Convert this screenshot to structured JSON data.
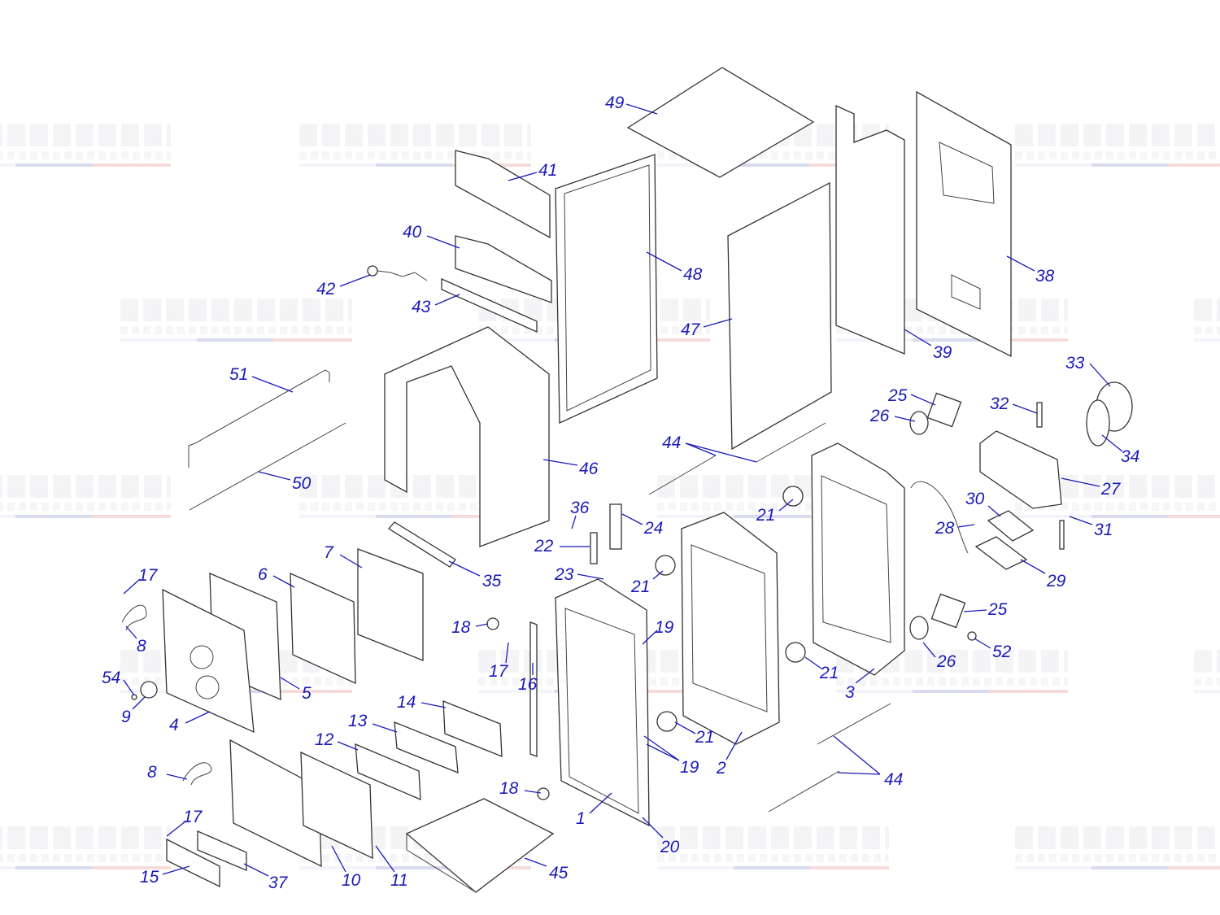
{
  "watermark": {
    "brand": "BOILERPARTS.RU",
    "subtitle": "ЗАПЧАСТИ ДЛЯ ГАЗОВЫХ КОТЛОВ"
  },
  "callouts": [
    "49",
    "41",
    "40",
    "48",
    "38",
    "42",
    "43",
    "47",
    "39",
    "33",
    "51",
    "25",
    "32",
    "26",
    "44",
    "34",
    "46",
    "50",
    "27",
    "21",
    "30",
    "36",
    "24",
    "28",
    "31",
    "22",
    "7",
    "23",
    "17",
    "6",
    "35",
    "29",
    "21",
    "25",
    "18",
    "19",
    "8",
    "52",
    "17",
    "16",
    "21",
    "26",
    "54",
    "5",
    "3",
    "14",
    "9",
    "13",
    "4",
    "21",
    "12",
    "19",
    "2",
    "8",
    "44",
    "18",
    "17",
    "1",
    "20",
    "45",
    "15",
    "37",
    "10",
    "11"
  ],
  "colors": {
    "callout": "#1a1ab8",
    "outline": "#333333"
  }
}
